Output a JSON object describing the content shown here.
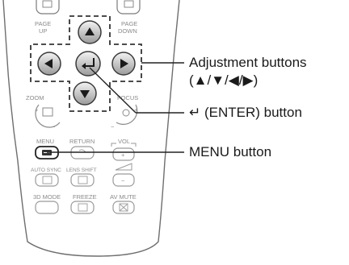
{
  "remote": {
    "labels": {
      "page_up_line1": "PAGE",
      "page_up_line2": "UP",
      "page_down_line1": "PAGE",
      "page_down_line2": "DOWN",
      "zoom": "ZOOM",
      "focus": "FOCUS",
      "menu": "MENU",
      "return": "RETURN",
      "vol": "VOL",
      "auto_sync": "AUTO SYNC",
      "lens_shift": "LENS SHIFT",
      "mode_3d": "3D MODE",
      "freeze": "FREEZE",
      "av_mute": "AV MUTE",
      "zoom_plus": "+",
      "zoom_minus": "−",
      "focus_plus": "+",
      "focus_minus": "−",
      "vol_plus": "+",
      "vol_minus": "−"
    }
  },
  "callouts": {
    "adjustment_line1": "Adjustment buttons",
    "adjustment_line2": "(▲/▼/◀/▶)",
    "enter": "↵ (ENTER) button",
    "menu": "MENU button"
  }
}
